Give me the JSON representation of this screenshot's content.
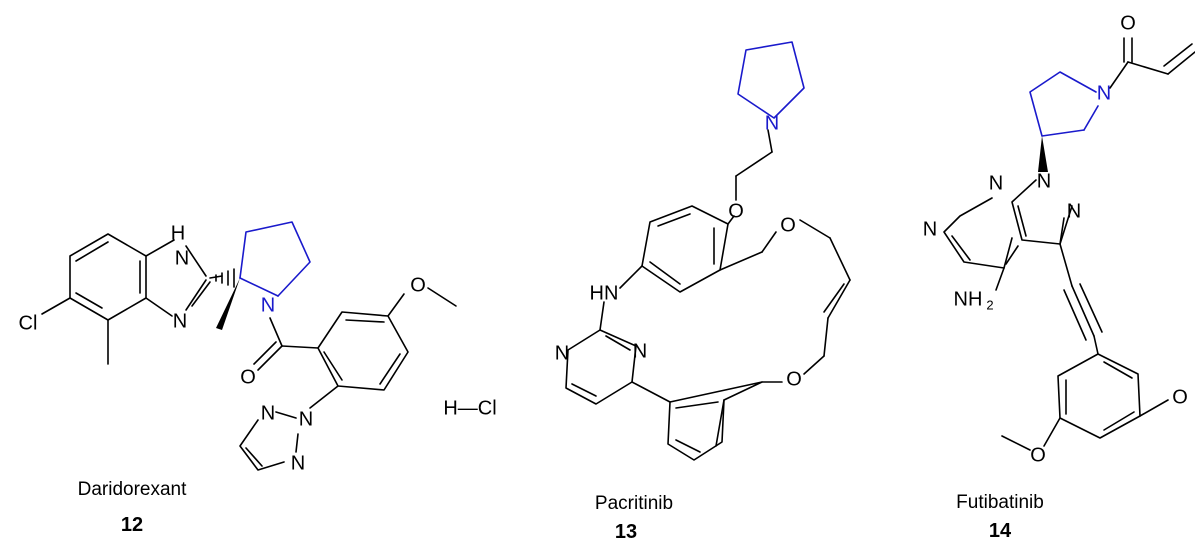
{
  "compounds": [
    {
      "name": "Daridorexant",
      "number": "12",
      "salt": "H—Cl"
    },
    {
      "name": "Pacritinib",
      "number": "13"
    },
    {
      "name": "Futibatinib",
      "number": "14"
    }
  ],
  "atom_labels": {
    "N": "N",
    "NH": "NH",
    "H": "H",
    "O": "O",
    "Cl": "Cl",
    "HN": "HN",
    "NH2_main": "NH",
    "NH2_sub": "2"
  },
  "colors": {
    "bond": "#000000",
    "highlight_ring": "#1a1acc",
    "background": "#ffffff"
  }
}
